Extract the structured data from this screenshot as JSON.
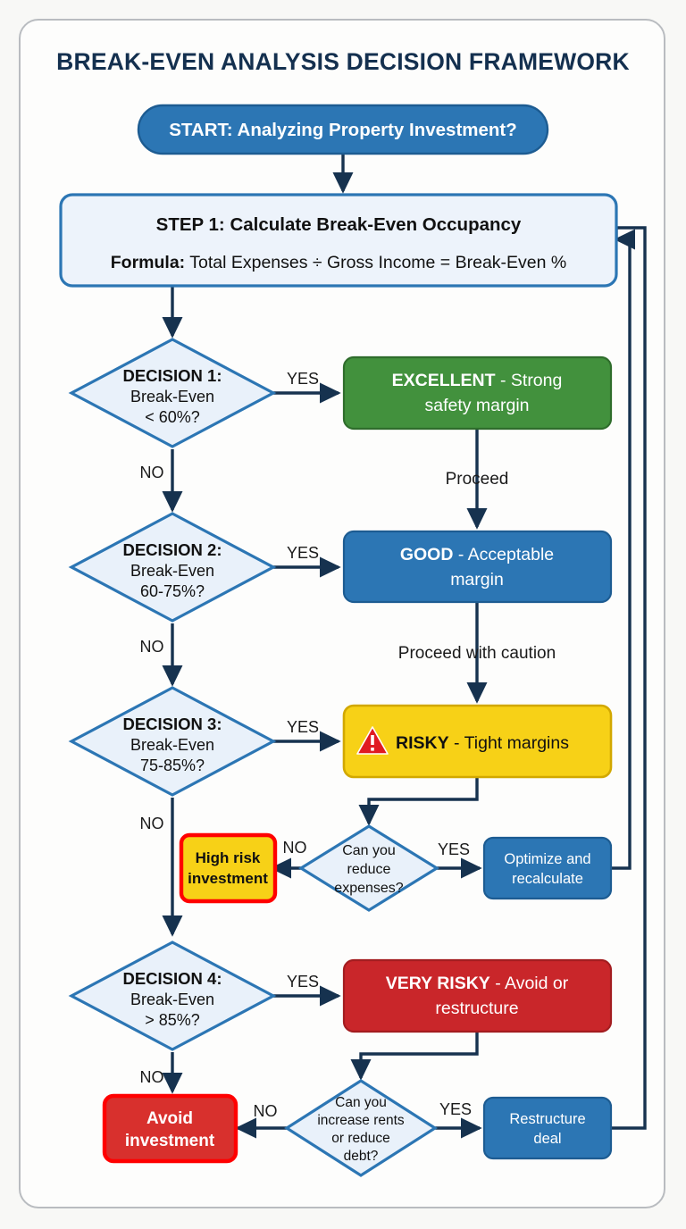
{
  "title": "BREAK-EVEN ANALYSIS DECISION FRAMEWORK",
  "colors": {
    "navy_title": "#14304f",
    "accent_blue": "#2c76b4",
    "excellent_green": "#42913d",
    "risky_yellow": "#f7d117",
    "very_risky_red": "#c9262a",
    "alert_red_border": "#ff0000",
    "diamond_fill": "#e9f1fa",
    "connector": "#16324f",
    "page_background": "#f8f8f6",
    "card_background": "#fdfdfc"
  },
  "nodes": {
    "start": {
      "label": "START: Analyzing Property Investment?",
      "shape": "stadium",
      "fill": "#2c76b4"
    },
    "step1": {
      "line1": "STEP 1: Calculate Break-Even Occupancy",
      "line2_bold": "Formula:",
      "line2_rest": " Total Expenses ÷ Gross Income = Break-Even %",
      "shape": "rounded-rect",
      "fill": "#edf3fb"
    },
    "decision1": {
      "line1": "DECISION 1:",
      "line2": "Break-Even",
      "line3": "< 60%?",
      "shape": "diamond"
    },
    "decision2": {
      "line1": "DECISION 2:",
      "line2": "Break-Even",
      "line3": "60-75%?",
      "shape": "diamond"
    },
    "decision3": {
      "line1": "DECISION 3:",
      "line2": "Break-Even",
      "line3": "75-85%?",
      "shape": "diamond"
    },
    "decision4": {
      "line1": "DECISION 4:",
      "line2": "Break-Even",
      "line3": "> 85%?",
      "shape": "diamond"
    },
    "excellent": {
      "bold": "EXCELLENT",
      "rest": " - Strong",
      "line2": "safety margin",
      "shape": "rounded-rect",
      "fill": "#42913d"
    },
    "good": {
      "bold": "GOOD",
      "rest": " - Acceptable",
      "line2": "margin",
      "shape": "rounded-rect",
      "fill": "#2c76b4"
    },
    "risky": {
      "icon": "warning-triangle-icon",
      "bold": "RISKY",
      "rest": " - Tight margins",
      "shape": "rounded-rect",
      "fill": "#f7d117"
    },
    "very_risky": {
      "bold": "VERY RISKY",
      "rest": " - Avoid or",
      "line2": "restructure",
      "shape": "rounded-rect",
      "fill": "#c9262a"
    },
    "reduce_expenses": {
      "line1": "Can you",
      "line2": "reduce",
      "line3": "expenses?",
      "shape": "diamond"
    },
    "high_risk": {
      "line1": "High risk",
      "line2": "investment",
      "shape": "rounded-rect",
      "fill": "#f7d117",
      "border": "#ff0000"
    },
    "optimize": {
      "line1": "Optimize and",
      "line2": "recalculate",
      "shape": "rounded-rect",
      "fill": "#2c76b4"
    },
    "increase_rents": {
      "line1": "Can you",
      "line2": "increase rents",
      "line3": "or reduce",
      "line4": "debt?",
      "shape": "diamond"
    },
    "avoid": {
      "line1": "Avoid",
      "line2": "investment",
      "shape": "rounded-rect",
      "fill": "#d8302d",
      "border": "#ff0000"
    },
    "restructure": {
      "line1": "Restructure",
      "line2": "deal",
      "shape": "rounded-rect",
      "fill": "#2c76b4"
    }
  },
  "edge_labels": {
    "yes1": "YES",
    "no1": "NO",
    "yes2": "YES",
    "no2": "NO",
    "yes3": "YES",
    "no3": "NO",
    "yes4": "YES",
    "no4": "NO",
    "proceed": "Proceed",
    "proceed_caution": "Proceed with caution",
    "reduce_yes": "YES",
    "reduce_no": "NO",
    "rents_yes": "YES",
    "rents_no": "NO"
  },
  "chart_data": {
    "type": "flowchart",
    "title": "BREAK-EVEN ANALYSIS DECISION FRAMEWORK",
    "nodes": [
      {
        "id": "start",
        "text": "START: Analyzing Property Investment?",
        "type": "start"
      },
      {
        "id": "step1",
        "text": "STEP 1: Calculate Break-Even Occupancy | Formula: Total Expenses ÷ Gross Income = Break-Even %",
        "type": "process"
      },
      {
        "id": "decision1",
        "text": "DECISION 1: Break-Even < 60%?",
        "type": "decision"
      },
      {
        "id": "excellent",
        "text": "EXCELLENT - Strong safety margin",
        "type": "outcome"
      },
      {
        "id": "decision2",
        "text": "DECISION 2: Break-Even 60-75%?",
        "type": "decision"
      },
      {
        "id": "good",
        "text": "GOOD - Acceptable margin",
        "type": "outcome"
      },
      {
        "id": "decision3",
        "text": "DECISION 3: Break-Even 75-85%?",
        "type": "decision"
      },
      {
        "id": "risky",
        "text": "RISKY - Tight margins",
        "type": "outcome"
      },
      {
        "id": "reduce_expenses",
        "text": "Can you reduce expenses?",
        "type": "decision"
      },
      {
        "id": "high_risk",
        "text": "High risk investment",
        "type": "outcome"
      },
      {
        "id": "optimize",
        "text": "Optimize and recalculate",
        "type": "action"
      },
      {
        "id": "decision4",
        "text": "DECISION 4: Break-Even > 85%?",
        "type": "decision"
      },
      {
        "id": "very_risky",
        "text": "VERY RISKY - Avoid or restructure",
        "type": "outcome"
      },
      {
        "id": "increase_rents",
        "text": "Can you increase rents or reduce debt?",
        "type": "decision"
      },
      {
        "id": "avoid",
        "text": "Avoid investment",
        "type": "outcome"
      },
      {
        "id": "restructure",
        "text": "Restructure deal",
        "type": "action"
      }
    ],
    "edges": [
      {
        "from": "start",
        "to": "step1",
        "label": ""
      },
      {
        "from": "step1",
        "to": "decision1",
        "label": ""
      },
      {
        "from": "decision1",
        "to": "excellent",
        "label": "YES"
      },
      {
        "from": "decision1",
        "to": "decision2",
        "label": "NO"
      },
      {
        "from": "excellent",
        "to": "good",
        "label": "Proceed"
      },
      {
        "from": "decision2",
        "to": "good",
        "label": "YES"
      },
      {
        "from": "decision2",
        "to": "decision3",
        "label": "NO"
      },
      {
        "from": "good",
        "to": "risky",
        "label": "Proceed with caution"
      },
      {
        "from": "decision3",
        "to": "risky",
        "label": "YES"
      },
      {
        "from": "decision3",
        "to": "decision4",
        "label": "NO"
      },
      {
        "from": "risky",
        "to": "reduce_expenses",
        "label": ""
      },
      {
        "from": "reduce_expenses",
        "to": "high_risk",
        "label": "NO"
      },
      {
        "from": "reduce_expenses",
        "to": "optimize",
        "label": "YES"
      },
      {
        "from": "optimize",
        "to": "step1",
        "label": ""
      },
      {
        "from": "decision4",
        "to": "very_risky",
        "label": "YES"
      },
      {
        "from": "decision4",
        "to": "avoid",
        "label": "NO"
      },
      {
        "from": "very_risky",
        "to": "increase_rents",
        "label": ""
      },
      {
        "from": "increase_rents",
        "to": "avoid",
        "label": "NO"
      },
      {
        "from": "increase_rents",
        "to": "restructure",
        "label": "YES"
      },
      {
        "from": "restructure",
        "to": "step1",
        "label": ""
      }
    ]
  }
}
